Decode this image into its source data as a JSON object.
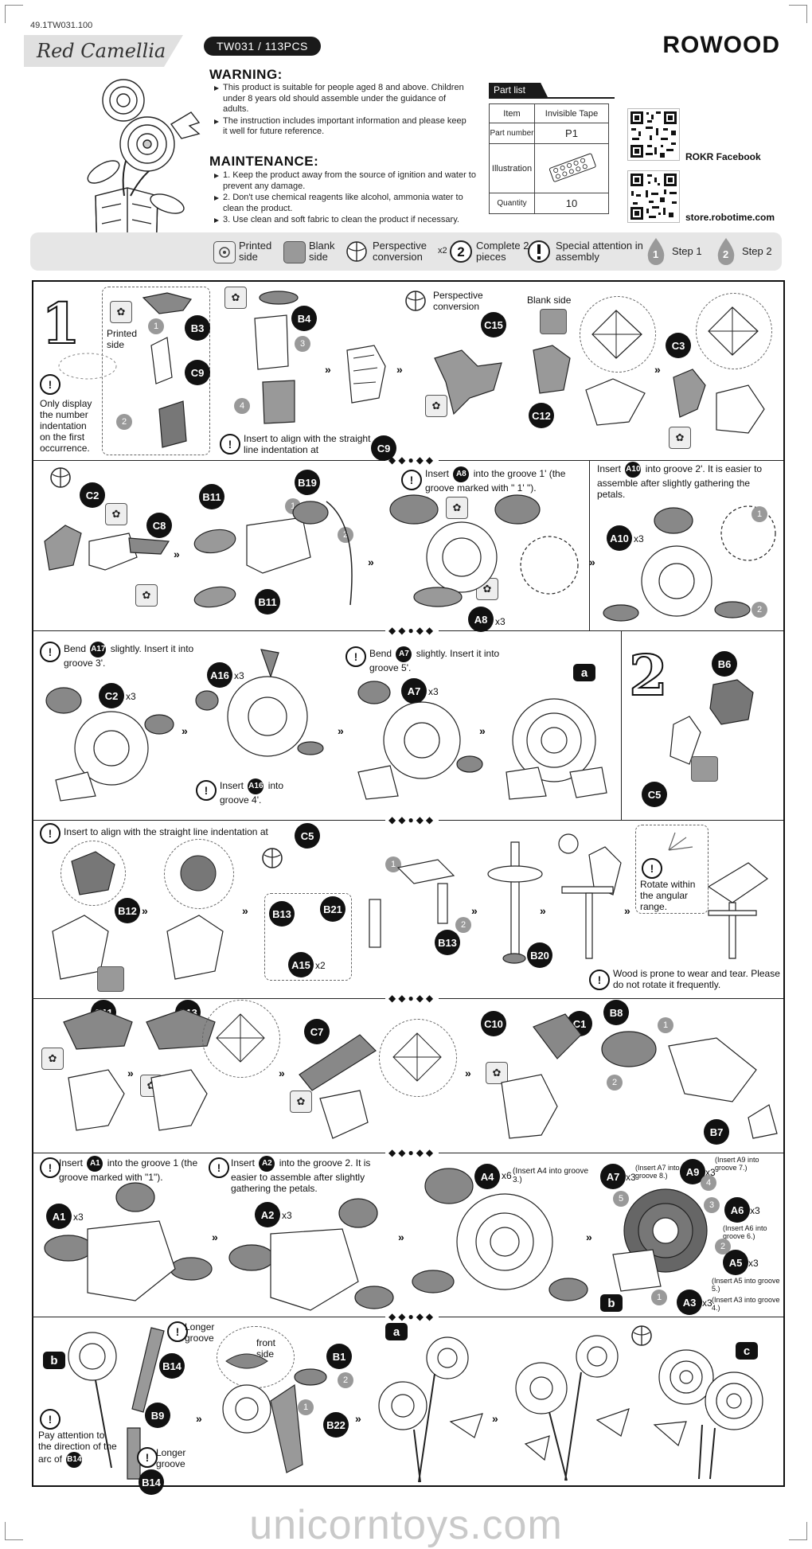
{
  "header": {
    "code": "49.1TW031.100",
    "series_name": "Red Camellia",
    "model": "TW031 / 113PCS",
    "brand": "ROWOOD"
  },
  "warning": {
    "title": "WARNING:",
    "items": [
      "This product is suitable for people aged 8 and above. Children under 8 years old should assemble under the guidance of adults.",
      "The instruction includes important information and please keep it well for future reference."
    ]
  },
  "maintenance": {
    "title": "MAINTENANCE:",
    "items": [
      "1. Keep the product away from the source of ignition and water to prevent any damage.",
      "2. Don't use chemical reagents like alcohol, ammonia water to clean the product.",
      "3. Use clean and soft fabric to clean the product if necessary."
    ]
  },
  "part_list": {
    "title": "Part list",
    "row_labels": [
      "Item",
      "Part number",
      "Illustration",
      "Quantity"
    ],
    "item": "Invisible Tape",
    "part_number": "P1",
    "quantity": "10"
  },
  "social": {
    "facebook": "ROKR Facebook",
    "store": "store.robotime.com"
  },
  "legend": {
    "printed": "Printed side",
    "blank": "Blank side",
    "perspective": "Perspective conversion",
    "complete": "Complete 2 pieces",
    "complete_mult": "x2",
    "special": "Special attention in assembly",
    "step1": "Step 1",
    "step2": "Step 2",
    "step1_num": "1",
    "step2_num": "2"
  },
  "section1": {
    "number": "1",
    "printed_side": "Printed side",
    "display_note": "Only display the number indentation on the first occurrence.",
    "align_note": "Insert to align with the straight line indentation at",
    "align_part": "C9",
    "perspective_label": "Perspective conversion",
    "blank_side_label": "Blank side",
    "parts_row1": [
      "B3",
      "C9",
      "B4",
      "C15",
      "C12",
      "C3"
    ],
    "parts_row2": [
      "C2",
      "C8",
      "B11",
      "B19",
      "B11",
      "A8",
      "A10"
    ],
    "note_a8_pre": "Insert",
    "note_a8_part": "A8",
    "note_a8_post": "into the groove 1' (the groove marked with \" 1' \").",
    "note_a10_pre": "Insert",
    "note_a10_part": "A10",
    "note_a10_post": "into groove 2'. It is easier to assemble after slightly gathering the petals.",
    "a8_mult": "x3",
    "a10_mult": "x3",
    "note_a17_pre": "Bend",
    "note_a17_part": "A17",
    "note_a17_post": "slightly. Insert it into groove 3'.",
    "a17_mult": "x3",
    "a16_mult": "x3",
    "note_a16_pre": "Insert",
    "note_a16_part": "A16",
    "note_a16_post": "into groove 4'.",
    "note_a7_pre": "Bend",
    "note_a7_part": "A7",
    "note_a7_post": "slightly. Insert it into groove 5'.",
    "a7_mult": "x3",
    "result_label": "a"
  },
  "section2": {
    "number": "2",
    "parts": [
      "B6",
      "C5"
    ],
    "align_note": "Insert to align with the straight line indentation at",
    "align_part": "C5",
    "parts_row": [
      "B12",
      "B13",
      "B21",
      "A15",
      "B13",
      "B20"
    ],
    "a15_mult": "x2",
    "rotate_note": "Rotate within the angular range.",
    "wear_note": "Wood is prone to wear and tear. Please do not rotate it frequently.",
    "parts_row2": [
      "C11",
      "C13",
      "C7",
      "C10",
      "C1",
      "B8",
      "B7"
    ],
    "note_a1_pre": "Insert",
    "note_a1_part": "A1",
    "note_a1_post": "into the groove 1 (the groove marked with \"1\").",
    "a1_mult": "x3",
    "note_a2_pre": "Insert",
    "note_a2_part": "A2",
    "note_a2_post": "into the groove 2. It is easier to assemble after slightly gathering the petals.",
    "a2_mult": "x3",
    "a4_label": "A4",
    "a4_mult": "x6",
    "a4_note": "(Insert A4 into groove 3.)",
    "final_parts": [
      {
        "part": "A7",
        "mult": "x3",
        "note": "(Insert A7 into groove 8.)"
      },
      {
        "part": "A9",
        "mult": "x3",
        "note": "(Insert A9 into groove 7.)"
      },
      {
        "part": "A6",
        "mult": "x3",
        "note": "(Insert A6 into groove 6.)"
      },
      {
        "part": "A5",
        "mult": "x3",
        "note": "(Insert A5 into groove 5.)"
      },
      {
        "part": "A3",
        "mult": "x3",
        "note": "(Insert A3 into groove 4.)"
      }
    ],
    "result_label": "b"
  },
  "section3": {
    "label_b": "b",
    "longer_groove": "Longer groove",
    "longer_groove2": "Longer groove",
    "parts": [
      "B14",
      "B9",
      "B14",
      "B1",
      "B22"
    ],
    "arc_note_pre": "Pay attention to the direction of the arc of",
    "arc_note_part": "B14",
    "front_side": "front side",
    "label_a": "a",
    "label_c": "c"
  },
  "watermark": "unicorntoys.com"
}
